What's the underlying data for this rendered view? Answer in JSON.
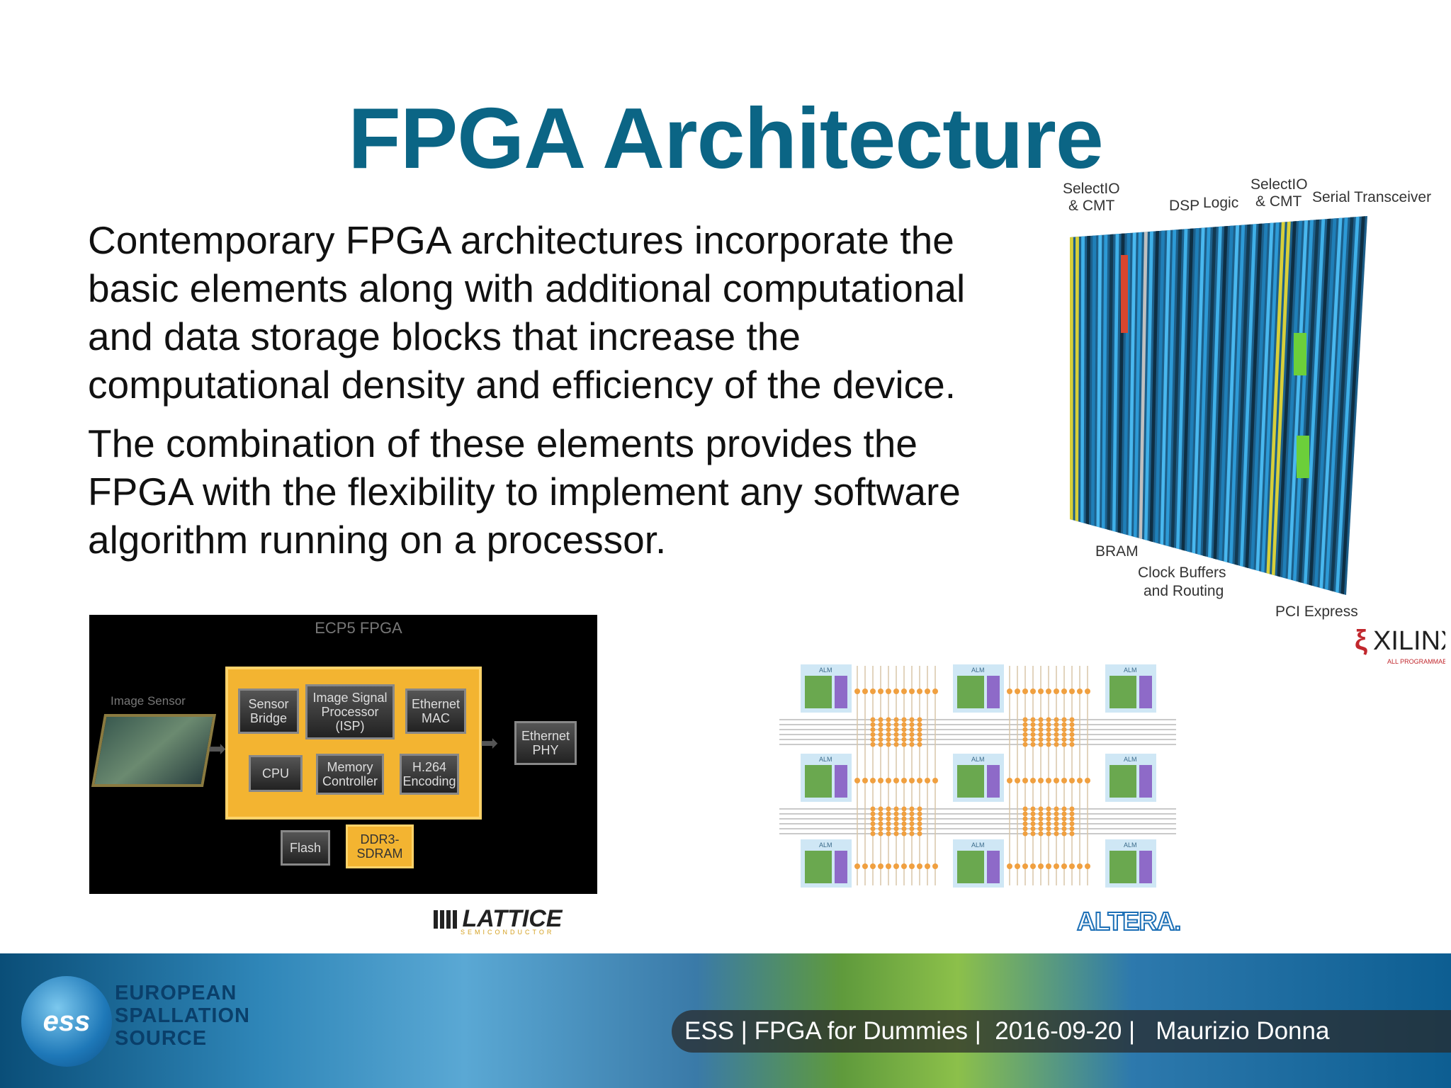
{
  "slide": {
    "title": "FPGA Architecture",
    "paragraph1": "Contemporary FPGA architectures incorporate the basic elements along with additional computational and data storage blocks that increase the computational density and efficiency of the device.",
    "paragraph2": "The combination of these elements provides the FPGA with the flexibility to implement any software algorithm running on a processor."
  },
  "xilinx_figure": {
    "labels": {
      "selectio_cmt_left": [
        "SelectIO",
        "& CMT"
      ],
      "dsp": "DSP",
      "logic": "Logic",
      "selectio_cmt_right": [
        "SelectIO",
        "& CMT"
      ],
      "serial_transceiver": "Serial Transceiver",
      "bram": "BRAM",
      "clock_buffers": [
        "Clock Buffers",
        "and Routing"
      ],
      "pci_express": "PCI Express"
    },
    "logo": "XILINX",
    "logo_tagline": "ALL PROGRAMMABLE."
  },
  "lattice_figure": {
    "heading": "ECP5 FPGA",
    "image_sensor": "Image Sensor",
    "blocks": {
      "sensor_bridge": "Sensor Bridge",
      "isp": "Image Signal Processor (ISP)",
      "ethernet_mac": "Ethernet MAC",
      "cpu": "CPU",
      "memory_controller": "Memory Controller",
      "h264": "H.264 Encoding",
      "ethernet_phy": "Ethernet PHY",
      "flash": "Flash",
      "ddr3": "DDR3- SDRAM"
    },
    "logo": "LATTICE",
    "logo_sub": "SEMICONDUCTOR"
  },
  "altera_figure": {
    "cell_label": "ALM",
    "logo": "ALTERA."
  },
  "footer": {
    "org_line1": "EUROPEAN",
    "org_line2": "SPALLATION",
    "org_line3": "SOURCE",
    "logo_text": "ess",
    "text": "ESS | FPGA for Dummies |  2016-09-20 |   Maurizio Donna"
  },
  "colors": {
    "title": "#0b6585",
    "fpga_block": "#f3b431",
    "alm_green": "#6aa84f",
    "alm_purple": "#8e6ac8",
    "routing_orange": "#f0a040"
  }
}
